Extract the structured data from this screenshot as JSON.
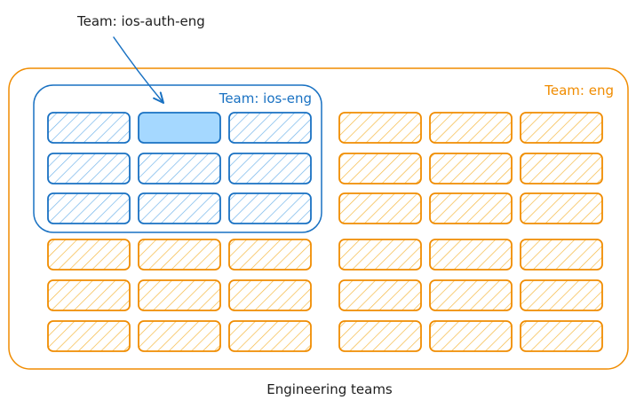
{
  "diagram": {
    "outer_group_label": "Team: eng",
    "inner_group_label": "Team: ios-eng",
    "callout_label": "Team: ios-auth-eng",
    "caption": "Engineering teams"
  },
  "colors": {
    "orange": "#f08c00",
    "orange_fill": "#ffec99",
    "blue": "#1971c2",
    "blue_fill": "#a5d8ff",
    "ink": "#1e1e1e"
  },
  "blocks": {
    "ios_eng_columns": 3,
    "ios_eng_rows": 3,
    "eng_left_extra_rows": 3,
    "eng_right_columns": 3,
    "eng_right_rows": 6,
    "highlighted": "ios-auth-eng"
  }
}
